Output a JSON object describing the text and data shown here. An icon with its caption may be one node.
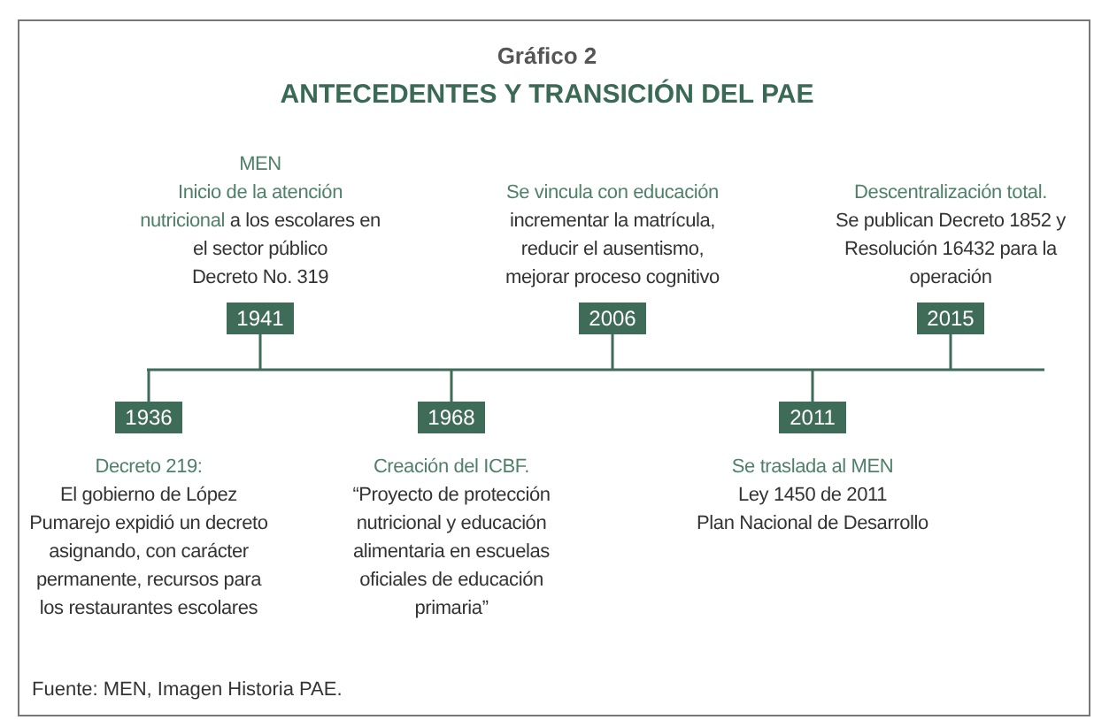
{
  "diagram": {
    "title": "ANTECEDENTES Y TRANSICIÓN DEL PAE",
    "caption": "Fuente: MEN, Imagen Historia PAE.",
    "labels": [
      "Gráfico 2"
    ],
    "nodes": [
      {
        "text": [
          "1936"
        ],
        "beside": [
          "Decreto 219:",
          "El gobierno de López Pumarejo expidió un decreto asignando, con carácter permanente, recursos para los restaurantes escolares"
        ]
      },
      {
        "text": [
          "1941"
        ],
        "beside": [
          "MEN",
          "Inicio de la atención nutricional",
          "a los escolares en el sector público",
          "Decreto No. 319"
        ]
      },
      {
        "text": [
          "1968"
        ],
        "beside": [
          "Creación del ICBF.",
          "“Proyecto de protección nutricional y educación alimentaria en escuelas oficiales de educación primaria”"
        ]
      },
      {
        "text": [
          "2006"
        ],
        "beside": [
          "Se vincula con educación",
          "incrementar la matrícula, reducir el ausentismo, mejorar proceso cognitivo"
        ]
      },
      {
        "text": [
          "2011"
        ],
        "beside": [
          "Se traslada al MEN",
          "Ley 1450 de 2011",
          "Plan Nacional de Desarrollo"
        ]
      },
      {
        "text": [
          "2015"
        ],
        "beside": [
          "Descentralización total.",
          "Se publican Decreto 1852 y Resolución 16432 para la operación"
        ]
      },
      {
        "text": [],
        "shape": "bar"
      }
    ],
    "edges": [
      {
        "from": 0,
        "to": 6,
        "arrow": "none"
      },
      {
        "from": 1,
        "to": 6,
        "arrow": "none"
      },
      {
        "from": 2,
        "to": 6,
        "arrow": "none"
      },
      {
        "from": 3,
        "to": 6,
        "arrow": "none"
      },
      {
        "from": 4,
        "to": 6,
        "arrow": "none"
      },
      {
        "from": 5,
        "to": 6,
        "arrow": "none"
      }
    ]
  }
}
